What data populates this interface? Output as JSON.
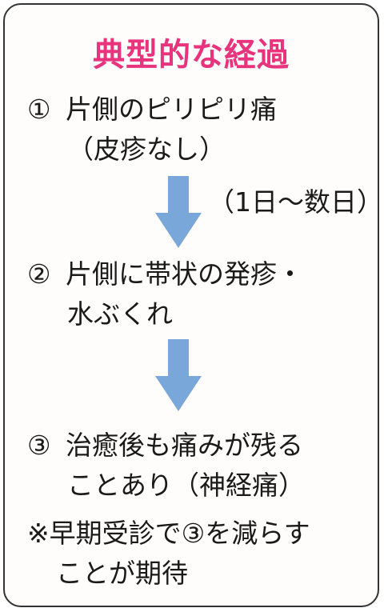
{
  "title": "典型的な経過",
  "accent_color": "#e8337d",
  "arrow_color": "#7aa7d9",
  "steps": [
    {
      "number": "①",
      "line1": "片側のピリピリ痛",
      "line2": "（皮疹なし）"
    },
    {
      "number": "②",
      "line1": "片側に帯状の発疹・",
      "line2": "水ぶくれ"
    },
    {
      "number": "③",
      "line1": "治癒後も痛みが残る",
      "line2": "ことあり（神経痛）"
    }
  ],
  "duration_label": "（1日〜数日）",
  "note": {
    "line1": "※早期受診で③を減らす",
    "line2": "ことが期待"
  }
}
